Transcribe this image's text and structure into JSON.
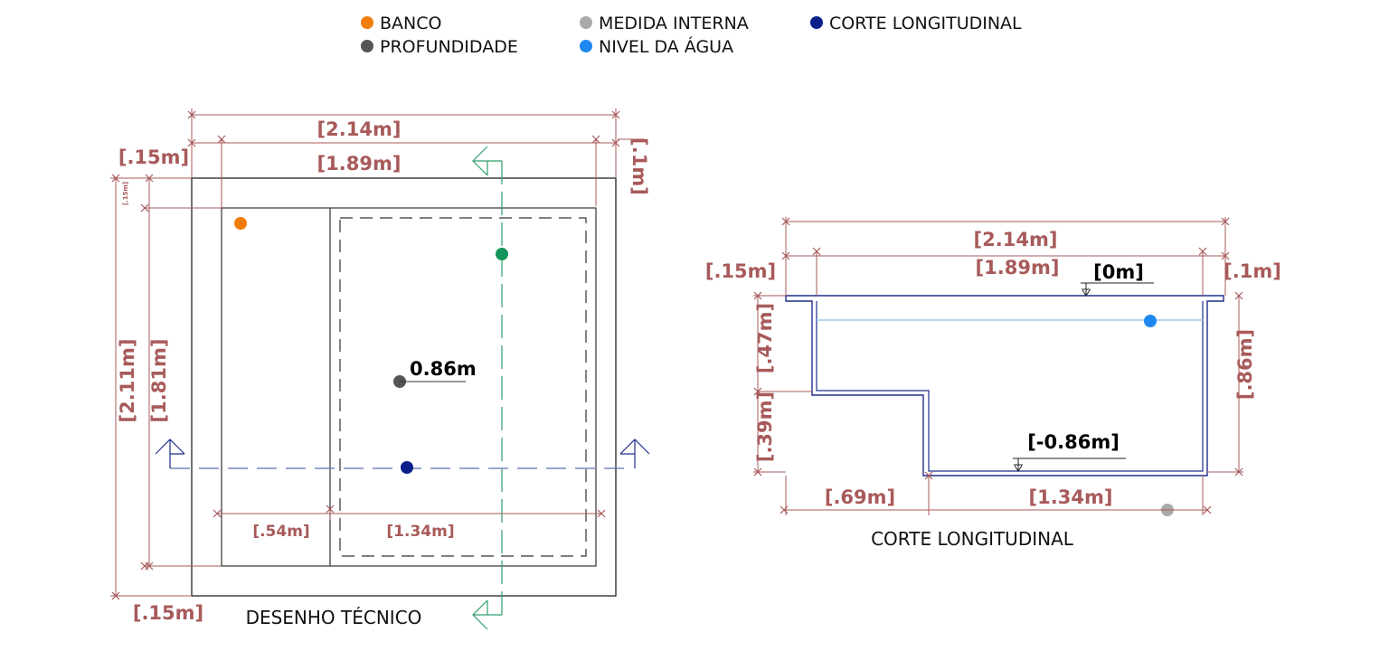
{
  "colors": {
    "dimension": "#a85a5a",
    "outline": "#333333",
    "section": "#1f2f8a",
    "water_line": "#9fc8e8",
    "cut_line": "#2f9e6a",
    "banco": "#f07d0a",
    "profundidade": "#555555",
    "medida_interna": "#aaaaaa",
    "corte_longitudinal": "#0a1f8a",
    "nivel_agua": "#1e88f0",
    "marker_green": "#13955a"
  },
  "legend": [
    {
      "label": "BANCO",
      "color": "#f07d0a"
    },
    {
      "label": "MEDIDA INTERNA",
      "color": "#aaaaaa"
    },
    {
      "label": "CORTE LONGITUDINAL",
      "color": "#0a1f8a"
    },
    {
      "label": "PROFUNDIDADE",
      "color": "#555555"
    },
    {
      "label": "NIVEL DA ÁGUA",
      "color": "#1e88f0"
    }
  ],
  "plan": {
    "caption": "DESENHO TÉCNICO",
    "dims": {
      "overall_width": "[2.14m]",
      "inner_width": "[1.89m]",
      "left_wall": "[.15m]",
      "right_wall": "[.1m]",
      "top_wall": "[.15m]",
      "overall_length": "[2.11m]",
      "inner_length": "[1.81m]",
      "bottom_wall": "[.15m]",
      "bench_width": "[.54m]",
      "pool_width": "[1.34m]"
    },
    "depth_label": "0.86m"
  },
  "section": {
    "caption": "CORTE LONGITUDINAL",
    "dims": {
      "overall_width": "[2.14m]",
      "inner_width": "[1.89m]",
      "left_wall": "[.15m]",
      "right_wall": "[.1m]",
      "bench_height": "[.47m]",
      "step_height": "[.39m]",
      "total_depth": "[.86m]",
      "bench_length": "[.69m]",
      "pool_length": "[1.34m]"
    },
    "level_top": "[0m]",
    "level_bottom": "[-0.86m]"
  }
}
